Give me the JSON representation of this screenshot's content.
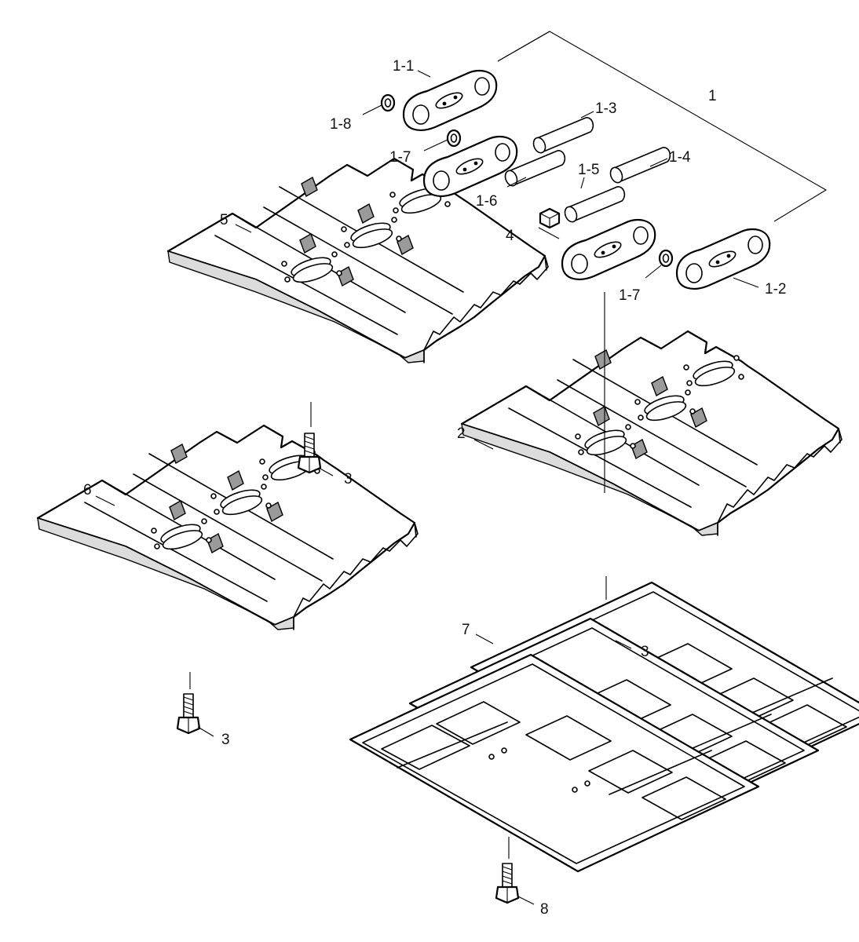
{
  "labels": {
    "l1": "1",
    "l1_1": "1-1",
    "l1_2": "1-2",
    "l1_3": "1-3",
    "l1_4": "1-4",
    "l1_5": "1-5",
    "l1_6": "1-6",
    "l1_7a": "1-7",
    "l1_7b": "1-7",
    "l1_8": "1-8",
    "l2": "2",
    "l3a": "3",
    "l3b": "3",
    "l3c": "3",
    "l4": "4",
    "l5": "5",
    "l6": "6",
    "l7": "7",
    "l8": "8"
  }
}
